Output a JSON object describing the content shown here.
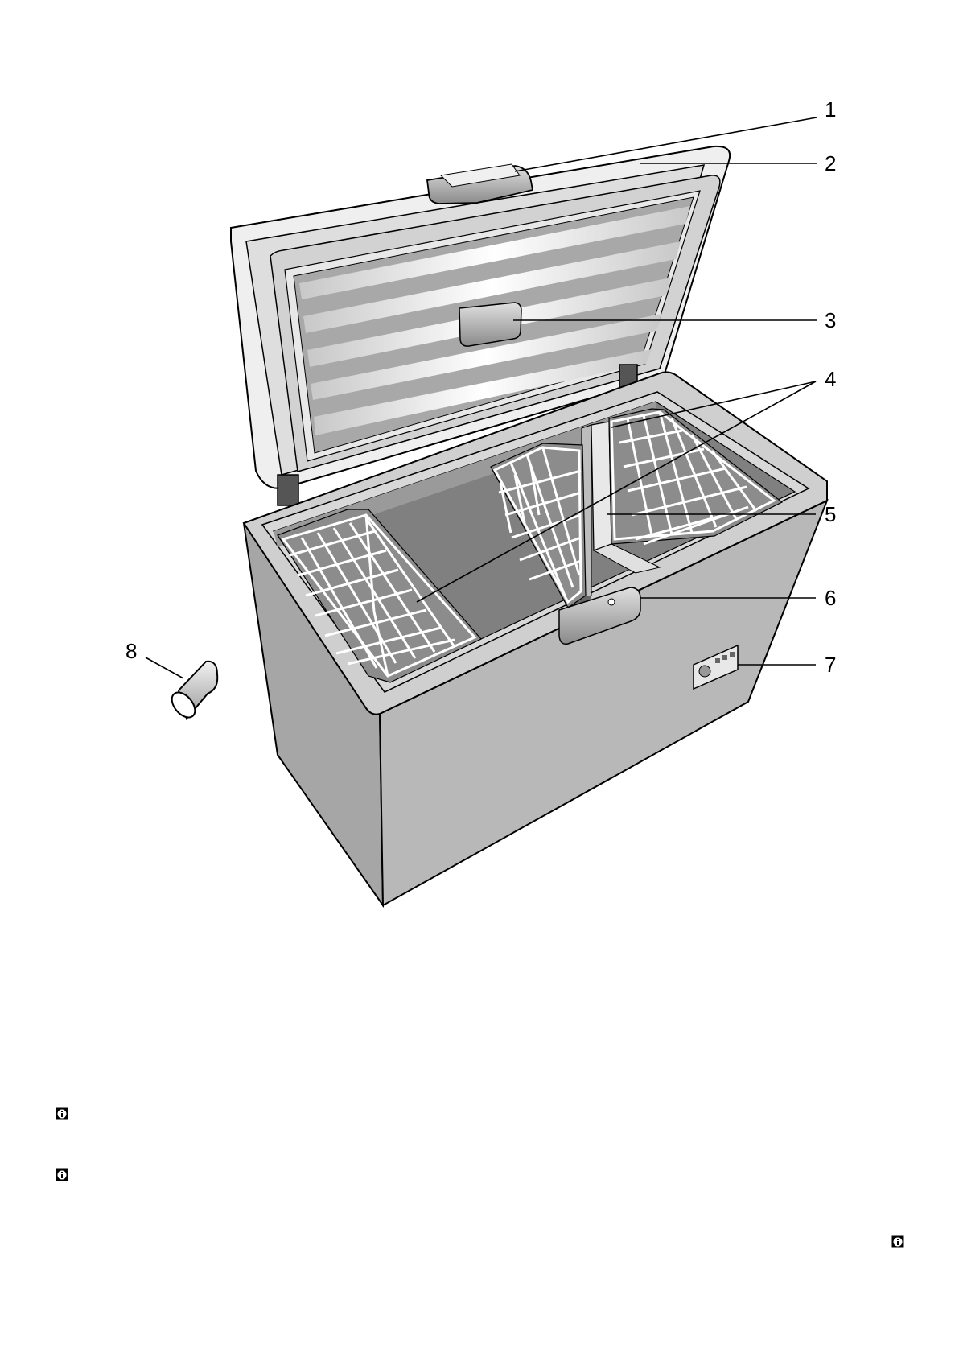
{
  "callouts": [
    "1",
    "2",
    "3",
    "4",
    "5",
    "6",
    "7",
    "8"
  ],
  "colors": {
    "body_gray": "#b4b4b4",
    "interior_dark": "#808080",
    "lid_light": "#e6e6e6",
    "outline": "#000000"
  },
  "icons": [
    "info-icon",
    "info-icon",
    "info-icon"
  ]
}
